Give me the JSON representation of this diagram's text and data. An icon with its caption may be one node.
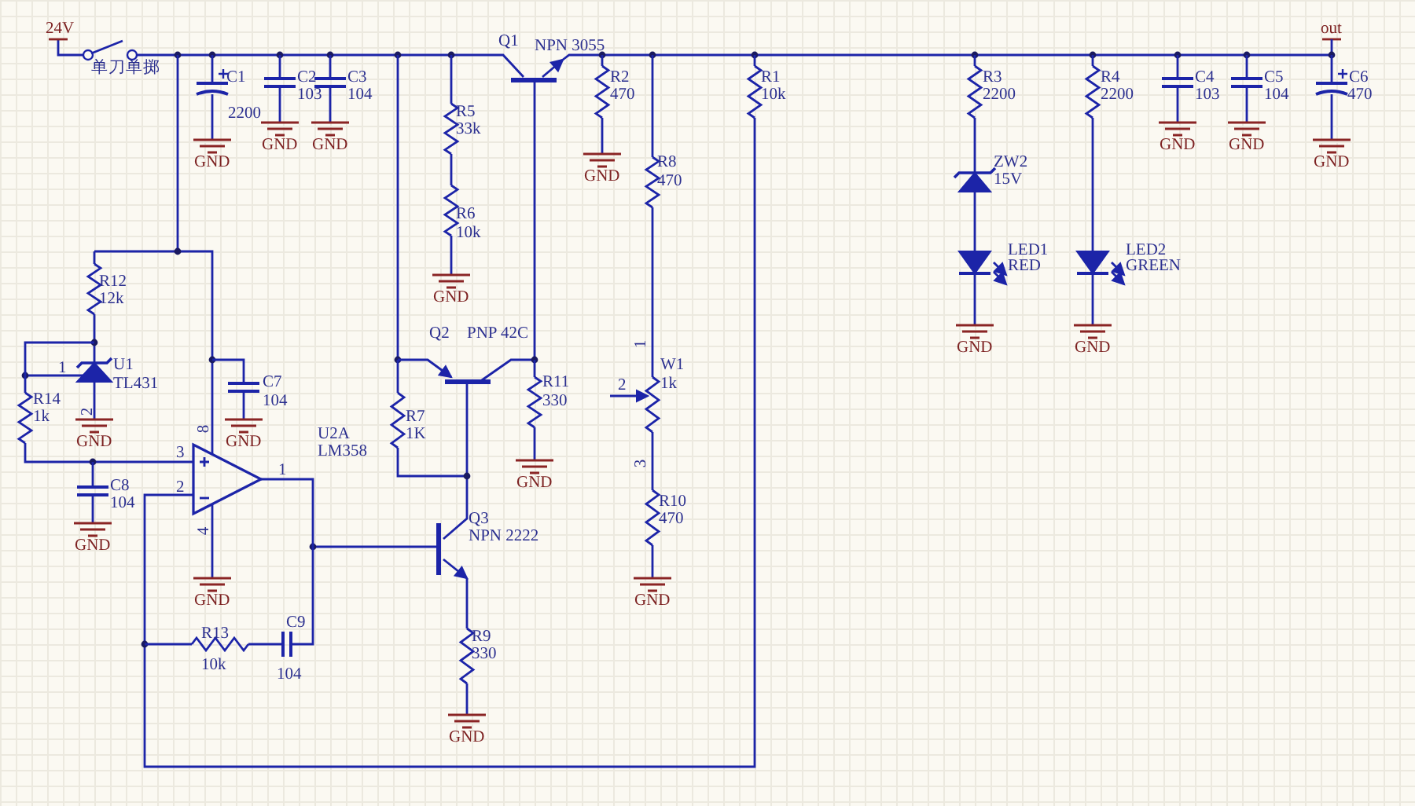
{
  "diagram": {
    "labels": [
      "24V",
      "out",
      "Q1",
      "NPN 3055",
      "单刀单掷",
      "C1",
      "C2",
      "C3",
      "R2",
      "R1",
      "R3",
      "R4",
      "C4",
      "C5",
      "C6",
      "103",
      "104",
      "470",
      "10k",
      "2200",
      "2200",
      "103",
      "104",
      "470",
      "2200",
      "R5",
      "33k",
      "GND",
      "GND",
      "GND",
      "GND",
      "GND",
      "GND",
      "R8",
      "ZW2",
      "GND",
      "470",
      "15V",
      "R6",
      "10k",
      "LED1",
      "RED",
      "LED2",
      "GREEN",
      "R12",
      "12k",
      "GND",
      "Q2",
      "PNP 42C",
      "GND",
      "GND",
      "1",
      "1",
      "U1",
      "TL431",
      "C7",
      "W1",
      "R11",
      "R14",
      "1k",
      "2",
      "104",
      "2",
      "1k",
      "330",
      "8",
      "U2A",
      "R7",
      "1K",
      "LM358",
      "GND",
      "GND",
      "3",
      "GND",
      "3",
      "1",
      "C8",
      "2",
      "104",
      "R10",
      "4",
      "Q3",
      "470",
      "NPN 2222",
      "GND",
      "GND",
      "GND",
      "C9",
      "R13",
      "R9",
      "330",
      "10k",
      "104",
      "GND"
    ]
  }
}
